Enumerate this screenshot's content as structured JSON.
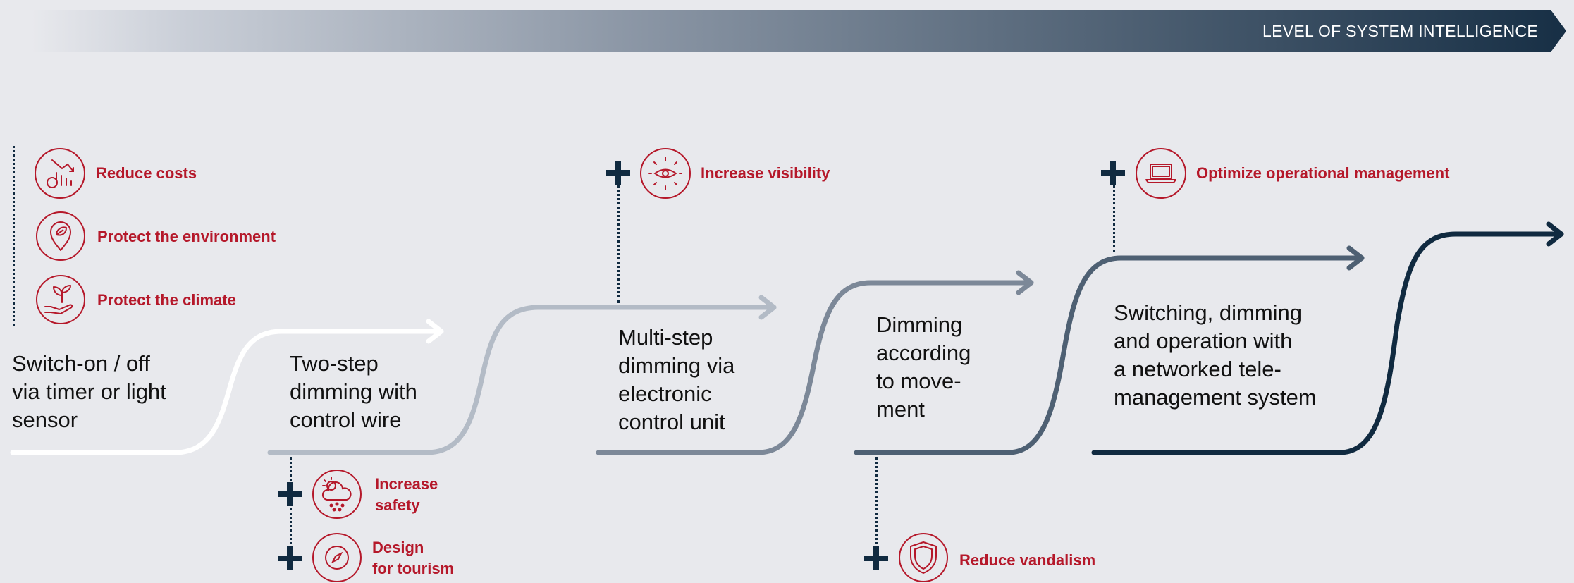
{
  "header": {
    "title": "LEVEL OF SYSTEM INTELLIGENCE"
  },
  "stages": [
    {
      "lines": [
        "Switch-on / off",
        "via timer or light",
        "sensor"
      ],
      "color": "#ffffff"
    },
    {
      "lines": [
        "Two-step",
        "dimming with",
        "control wire"
      ],
      "color": "#b3bbc6"
    },
    {
      "lines": [
        "Multi-step",
        "dimming via",
        "electronic",
        "control unit"
      ],
      "color": "#7c8898"
    },
    {
      "lines": [
        "Dimming",
        "according",
        "to move-",
        "ment"
      ],
      "color": "#4e6073"
    },
    {
      "lines": [
        "Switching, dimming",
        "and operation with",
        "a networked tele-",
        "management system"
      ],
      "color": "#102a40"
    }
  ],
  "benefits": [
    {
      "lines": [
        "Reduce costs"
      ],
      "icon": "cost-reduction-icon"
    },
    {
      "lines": [
        "Protect the environment"
      ],
      "icon": "environment-leaf-icon"
    },
    {
      "lines": [
        "Protect the climate"
      ],
      "icon": "climate-plant-hand-icon"
    },
    {
      "lines": [
        "Increase",
        "safety"
      ],
      "icon": "weather-safety-icon"
    },
    {
      "lines": [
        "Design",
        "for tourism"
      ],
      "icon": "compass-icon"
    },
    {
      "lines": [
        "Increase visibility"
      ],
      "icon": "eye-icon"
    },
    {
      "lines": [
        "Reduce vandalism"
      ],
      "icon": "shield-icon"
    },
    {
      "lines": [
        "Optimize operational management"
      ],
      "icon": "laptop-icon"
    }
  ],
  "colors": {
    "accent": "#b5182a",
    "dark": "#102a40",
    "background": "#e8e9ed"
  }
}
